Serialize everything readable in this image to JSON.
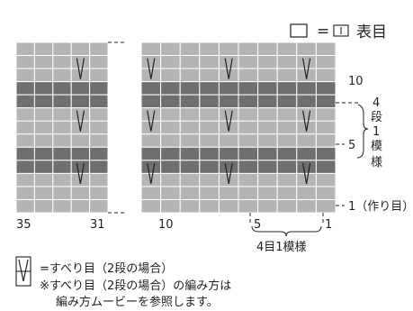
{
  "legend_top": {
    "equals": "=",
    "label": "表目"
  },
  "grid": {
    "rows": 13,
    "row_pattern": [
      "L",
      "L",
      "L",
      "D",
      "D",
      "L",
      "L",
      "L",
      "D",
      "D",
      "L",
      "L",
      "L"
    ],
    "colors": {
      "light": "#b4b4b4",
      "dark": "#6f6f6f",
      "line": "#ffffff",
      "symbol": "#231f20"
    },
    "left_block_columns": 5,
    "right_block_columns": 10,
    "slip_stitch_rows_from_bottom": [
      [
        3,
        4
      ],
      [
        7,
        8
      ],
      [
        11,
        12
      ]
    ],
    "left_slip_columns": [
      2
    ],
    "right_slip_columns": [
      2,
      6,
      10
    ]
  },
  "row_labels": {
    "row10": "10",
    "row5": "5",
    "row1": "1（作り目）"
  },
  "repeat_rows_label": [
    "4",
    "段",
    "1",
    "模",
    "様"
  ],
  "column_labels": {
    "c35": "35",
    "c31": "31",
    "c10": "10",
    "c5": "5",
    "c1": "1"
  },
  "repeat_stitch_label": "4目1模様",
  "key": {
    "slip_stitch": "=すべり目（2段の場合）",
    "note_line1": "※すべり目（2段の場合）の編み方は",
    "note_line2": "編み方ムービーを参照します。"
  }
}
